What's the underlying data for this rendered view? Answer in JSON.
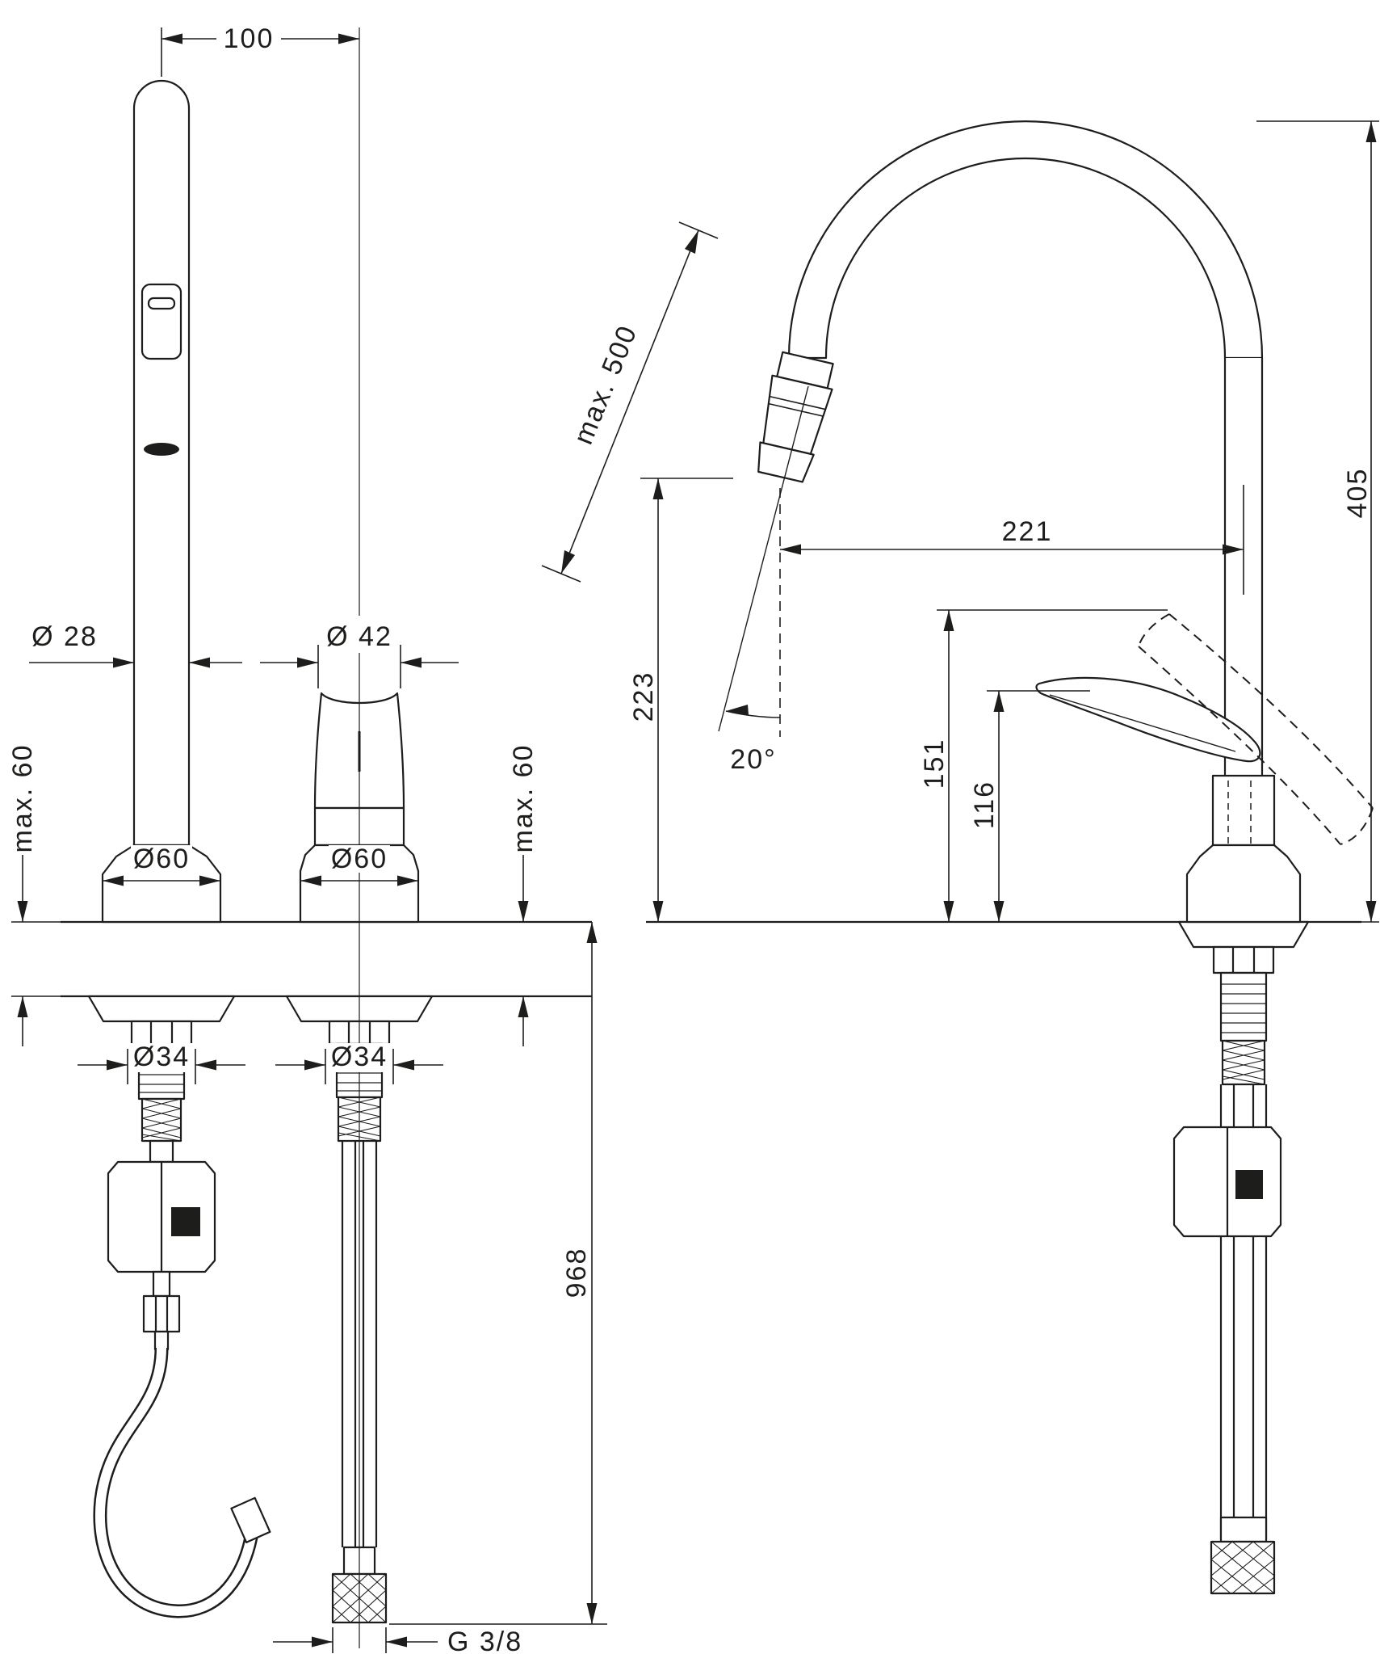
{
  "meta": {
    "line_color": "#1d1d1b",
    "background_color": "#ffffff",
    "drawing_type": "faucet installation dimension drawing"
  },
  "dims": {
    "front": {
      "spacing": "100",
      "spout_diameter": "Ø 28",
      "handle_diameter": "Ø 42",
      "max_left": "max. 60",
      "max_right": "max. 60",
      "base_left": "Ø60",
      "base_right": "Ø60",
      "hole_left": "Ø34",
      "hole_right": "Ø34",
      "hose_length": "968",
      "thread": "G 3/8"
    },
    "side": {
      "pullout": "max. 500",
      "height": "405",
      "reach": "221",
      "outlet_height": "223",
      "angle": "20°",
      "handle_height": "151",
      "lever_height": "116"
    }
  }
}
